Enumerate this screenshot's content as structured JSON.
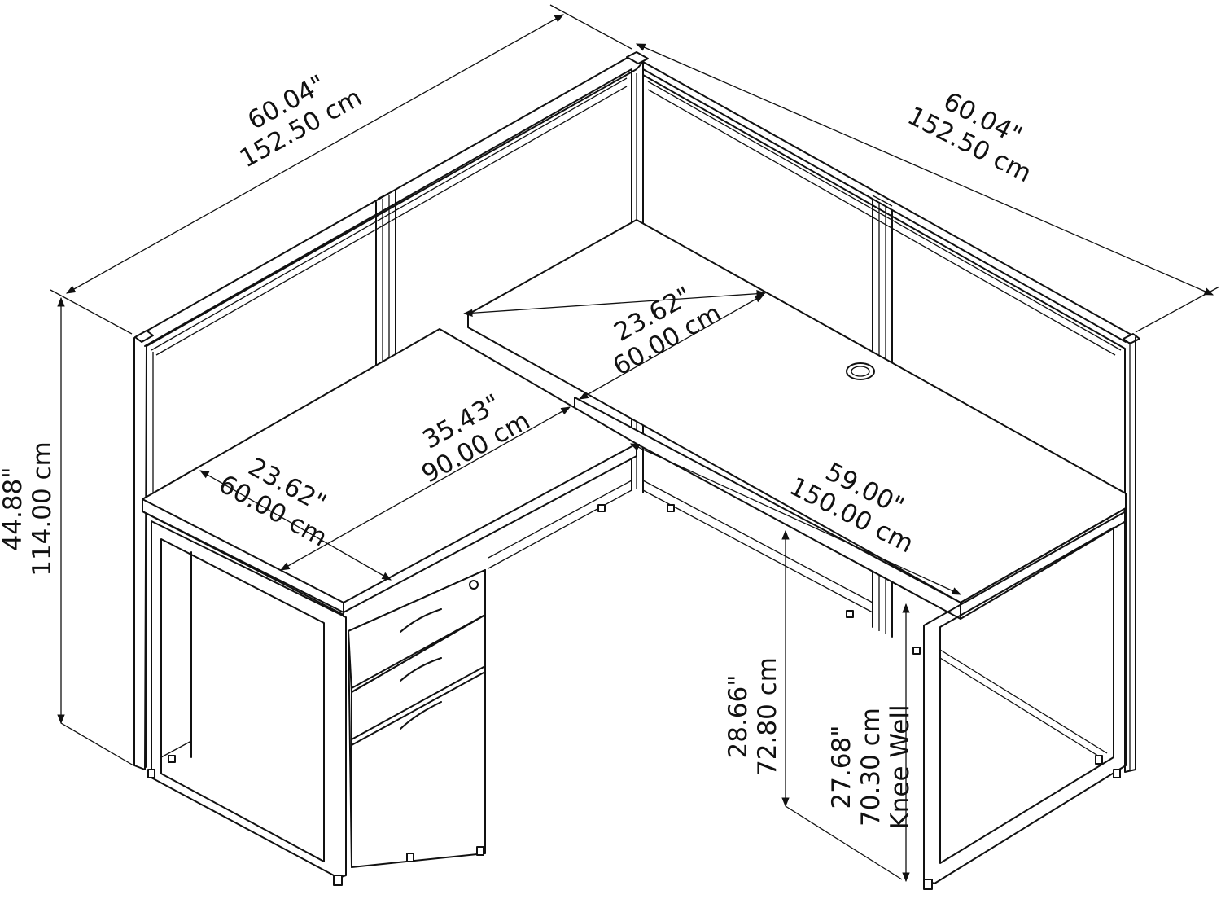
{
  "diagram": {
    "dimensions": {
      "left_panel_width": {
        "imperial": "60.04\"",
        "metric": "152.50 cm"
      },
      "right_panel_width": {
        "imperial": "60.04\"",
        "metric": "152.50 cm"
      },
      "panel_height": {
        "imperial": "44.88\"",
        "metric": "114.00 cm"
      },
      "return_depth": {
        "imperial": "23.62\"",
        "metric": "60.00 cm"
      },
      "return_length": {
        "imperial": "35.43\"",
        "metric": "90.00 cm"
      },
      "desk_depth": {
        "imperial": "23.62\"",
        "metric": "60.00 cm"
      },
      "desk_length": {
        "imperial": "59.00\"",
        "metric": "150.00 cm"
      },
      "desk_height": {
        "imperial": "28.66\"",
        "metric": "72.80 cm"
      },
      "knee_well": {
        "imperial": "27.68\"",
        "metric": "70.30 cm",
        "label": "Knee Well"
      }
    }
  }
}
